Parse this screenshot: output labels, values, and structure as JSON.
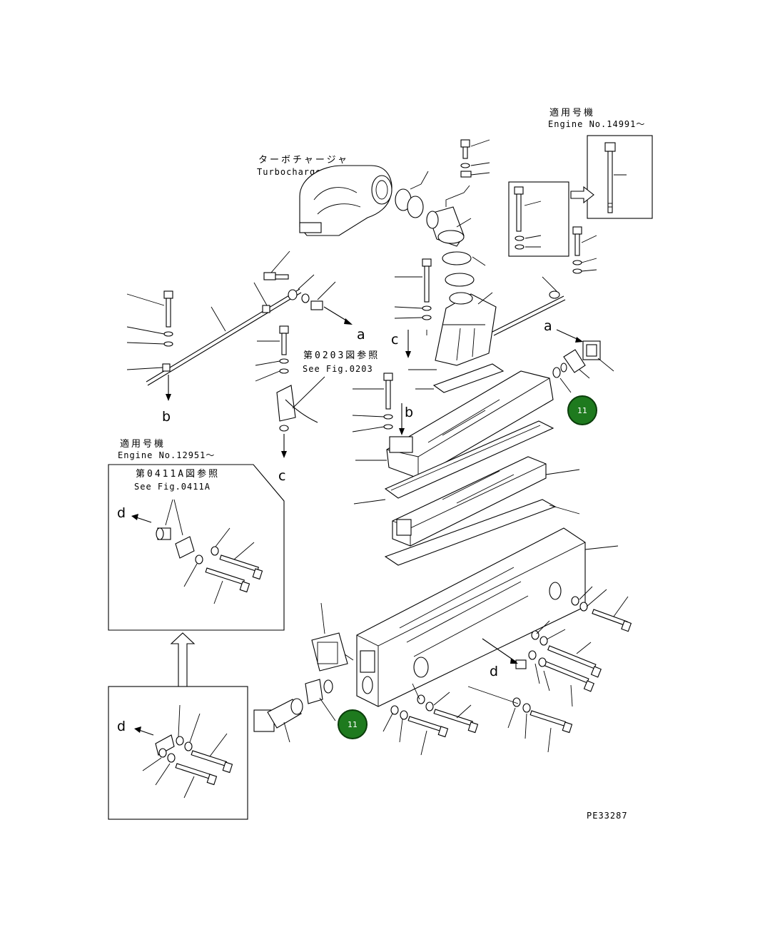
{
  "labels": {
    "turbo_jp": "ターボチャージャ",
    "turbo_en": "Turbocharger",
    "serial_top_jp": "適用号機",
    "serial_top_en": "Engine No.14991～",
    "serial_left_jp": "適用号機",
    "serial_left_en": "Engine No.12951～",
    "ref_0203_jp": "第0203図参照",
    "ref_0203_en": "See Fig.0203",
    "ref_0411a_jp": "第0411A図参照",
    "ref_0411a_en": "See Fig.0411A",
    "figure_id": "PE33287"
  },
  "letters": {
    "a1": "a",
    "a2": "a",
    "b1": "b",
    "b2": "b",
    "c1": "c",
    "c2": "c",
    "d1": "d",
    "d2": "d",
    "d3": "d"
  },
  "markers": [
    {
      "text": "11"
    },
    {
      "text": "11"
    }
  ],
  "colors": {
    "marker_fill": "#1e7a1e",
    "marker_ring": "#0b3d0b",
    "line": "#000000"
  }
}
